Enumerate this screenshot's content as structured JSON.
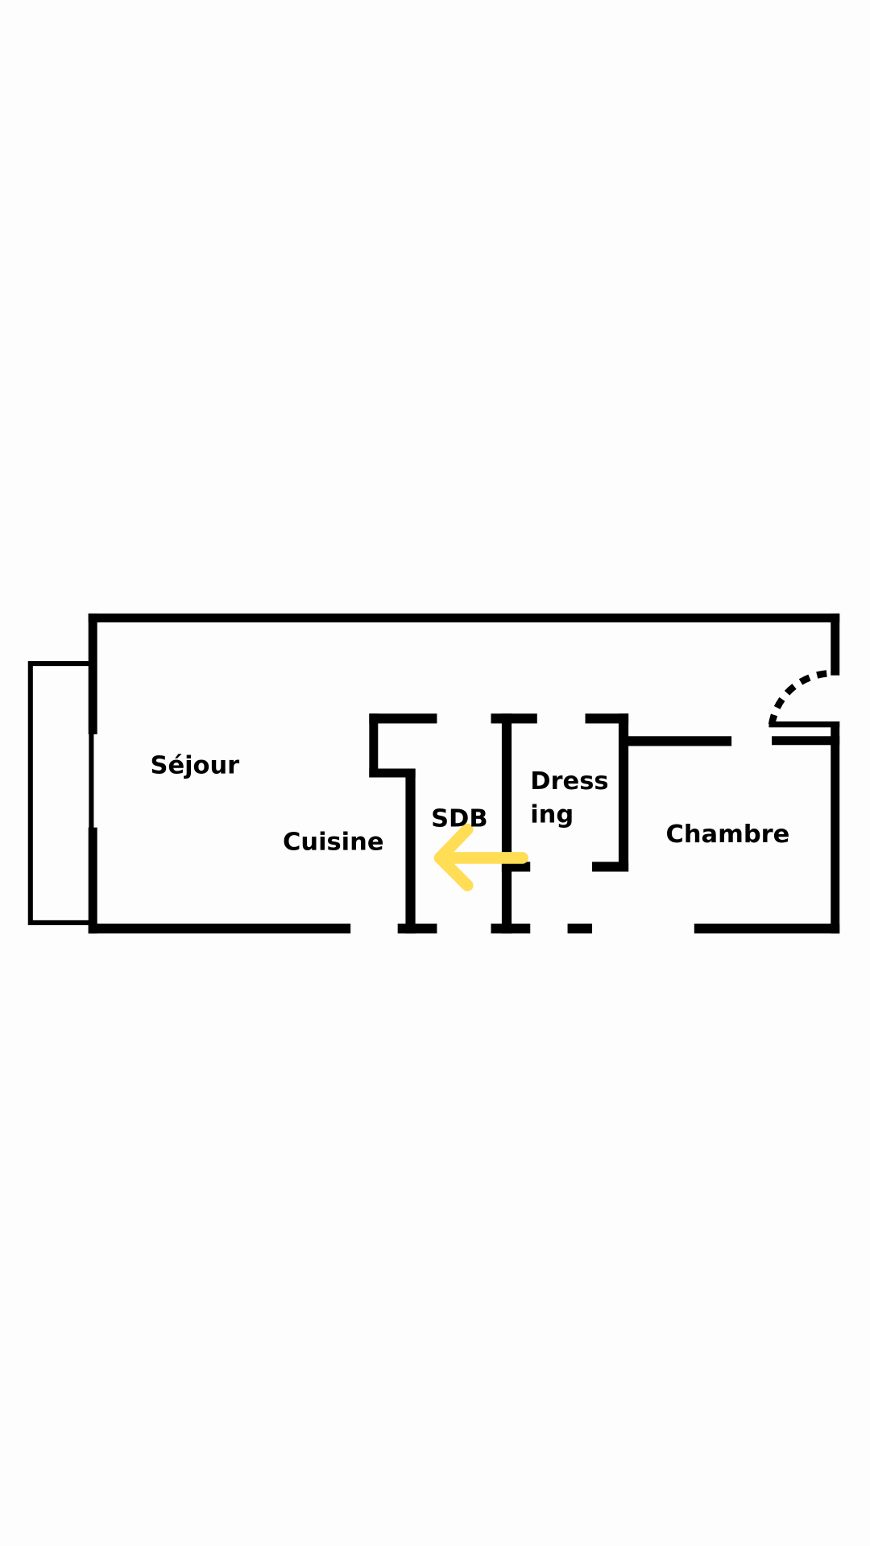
{
  "floor_plan": {
    "rooms": {
      "sejour": "Séjour",
      "cuisine": "Cuisine",
      "sdb": "SDB",
      "dressing_line1": "Dress",
      "dressing_line2": "ing",
      "chambre": "Chambre"
    },
    "colors": {
      "wall": "#000000",
      "arrow": "#FFDD55",
      "background": "#FDFDFD"
    },
    "arrow_direction": "left"
  }
}
